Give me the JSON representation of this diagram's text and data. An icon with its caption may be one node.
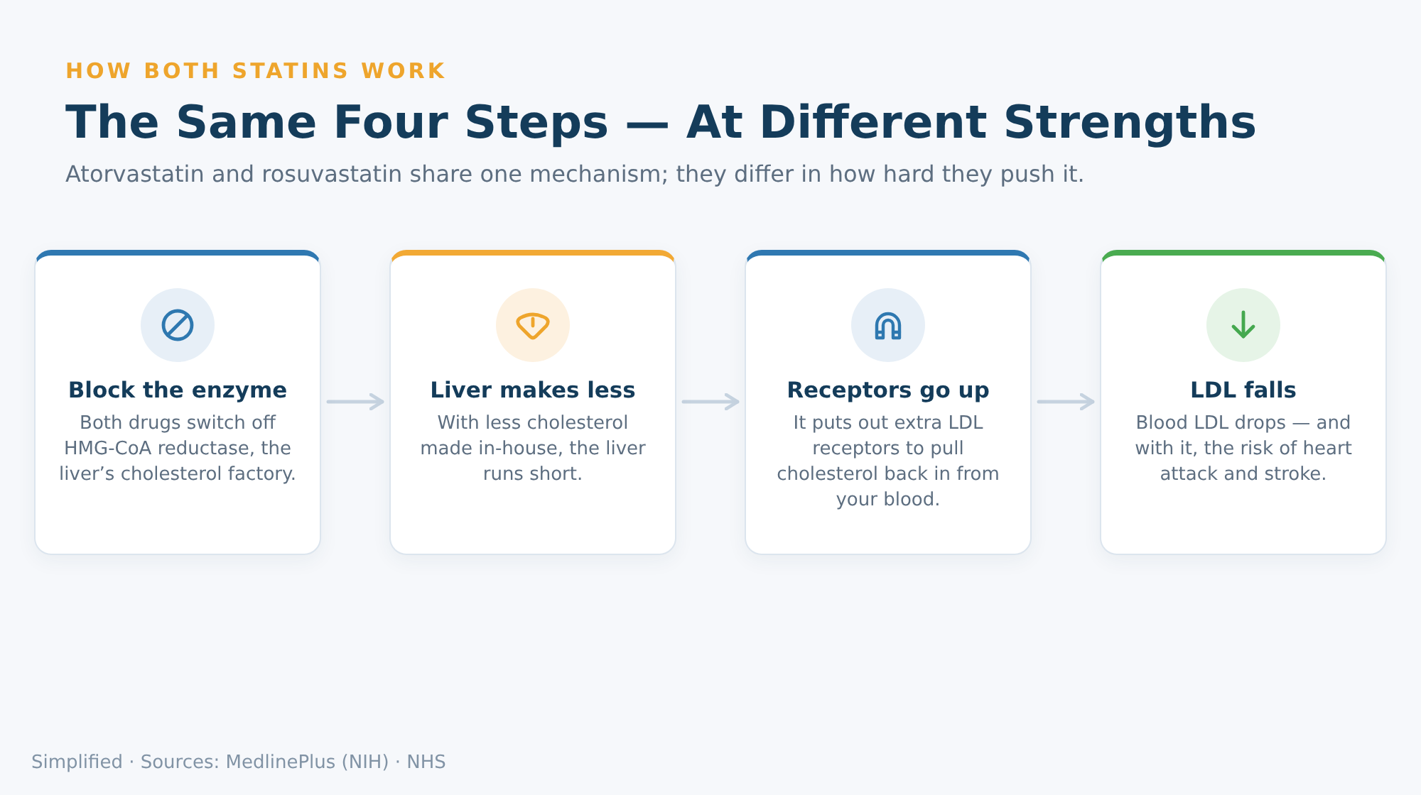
{
  "diagram": {
    "title": "The Same Four Steps — At Different Strengths",
    "nodes": [
      {
        "text": [
          "Block the enzyme",
          "Both drugs switch off HMG-CoA reductase, the liver’s cholesterol factory."
        ]
      },
      {
        "text": [
          "Liver makes less",
          "With less cholesterol made in-house, the liver runs short."
        ]
      },
      {
        "text": [
          "Receptors go up",
          "It puts out extra LDL receptors to pull cholesterol back in from your blood."
        ]
      },
      {
        "text": [
          "LDL falls",
          "Blood LDL drops — and with it, the risk of heart attack and stroke."
        ]
      }
    ],
    "edges": [
      {
        "from": 0,
        "to": 1,
        "arrow": "to"
      },
      {
        "from": 1,
        "to": 2,
        "arrow": "to"
      },
      {
        "from": 2,
        "to": 3,
        "arrow": "to"
      }
    ],
    "labels": [
      "HOW BOTH STATINS WORK",
      "Atorvastatin and rosuvastatin share one mechanism; they differ in how hard they push it.",
      "Simplified · Sources: MedlinePlus (NIH) · NHS"
    ]
  }
}
